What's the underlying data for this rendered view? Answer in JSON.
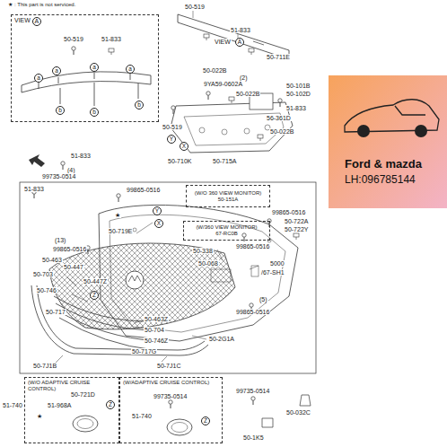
{
  "diagram": {
    "nodes": [
      {
        "text": [
          "VIEW",
          "A"
        ]
      },
      {
        "text": [
          "Ford & mazda",
          "LH:096785144"
        ]
      },
      {
        "text": [
          "(W/O 360 VIEW MONITOR)",
          "50-151A"
        ]
      },
      {
        "text": [
          "(W/360 VIEW MONITOR)",
          "67-RC0B"
        ]
      },
      {
        "text": [
          "(W/O ADAPTIVE CRUISE CONTROL)"
        ]
      },
      {
        "text": [
          "(W/ADAPTIVE CRUISE CONTROL)"
        ]
      }
    ],
    "labels": [
      "★ : This part is not serviced.",
      "a",
      "a",
      "a",
      "a",
      "b",
      "b",
      "b",
      "50-519",
      "51-833",
      "50-519",
      "51-833",
      "VIEW",
      "A",
      "50-711E",
      "50-022B",
      "(2)",
      "9YA59-0602A",
      "50-022B",
      "50-101B",
      "50-102D",
      "51-833",
      "56-361D",
      "50-519",
      "50-022B",
      "Y",
      "X",
      "50-710K",
      "50-715A",
      "51-833",
      "(4)",
      "99735-0514",
      "51-833",
      "99865-0516",
      "★",
      "Y",
      "X",
      "50-719E",
      "99865-0516",
      "50-722A",
      "50-722Y",
      "99865-0516",
      "50-338",
      "(13)",
      "99865-0516",
      "50-463",
      "50-447",
      "50-703",
      "50-447Z",
      "Z",
      "50-746",
      "50-068",
      "5000",
      "/67-SH1",
      "(5)",
      "99865-0516",
      "50-717",
      "50-463Z",
      "50-704",
      "50-746Z",
      "50-2G1A",
      "50-717G",
      "50-7J1B",
      "50-7J1C",
      "50-721D",
      "51-968A",
      "Z",
      "★",
      "51-740",
      "99735-0514",
      "51-740",
      "Z",
      "99735-0514",
      "50-1K5",
      "50-032C"
    ]
  }
}
